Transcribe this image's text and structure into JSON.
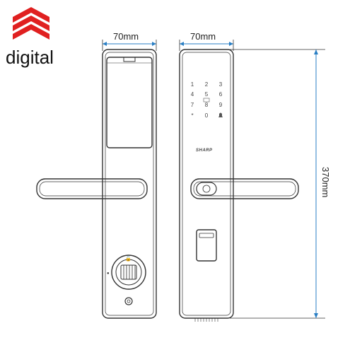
{
  "brand": {
    "name": "digital",
    "logo_icon": "stacked-chevron-logo-icon",
    "logo_color": "#e02020"
  },
  "dimensions": {
    "back_width": "70mm",
    "front_width": "70mm",
    "height": "370mm",
    "line_color": "#2a7fc4"
  },
  "keypad": {
    "keys": [
      [
        "1",
        "2",
        "3"
      ],
      [
        "4",
        "5",
        "6"
      ],
      [
        "7",
        "8",
        "9"
      ],
      [
        "*",
        "0",
        "bell-icon"
      ]
    ]
  },
  "lock_logo": "SHARP"
}
